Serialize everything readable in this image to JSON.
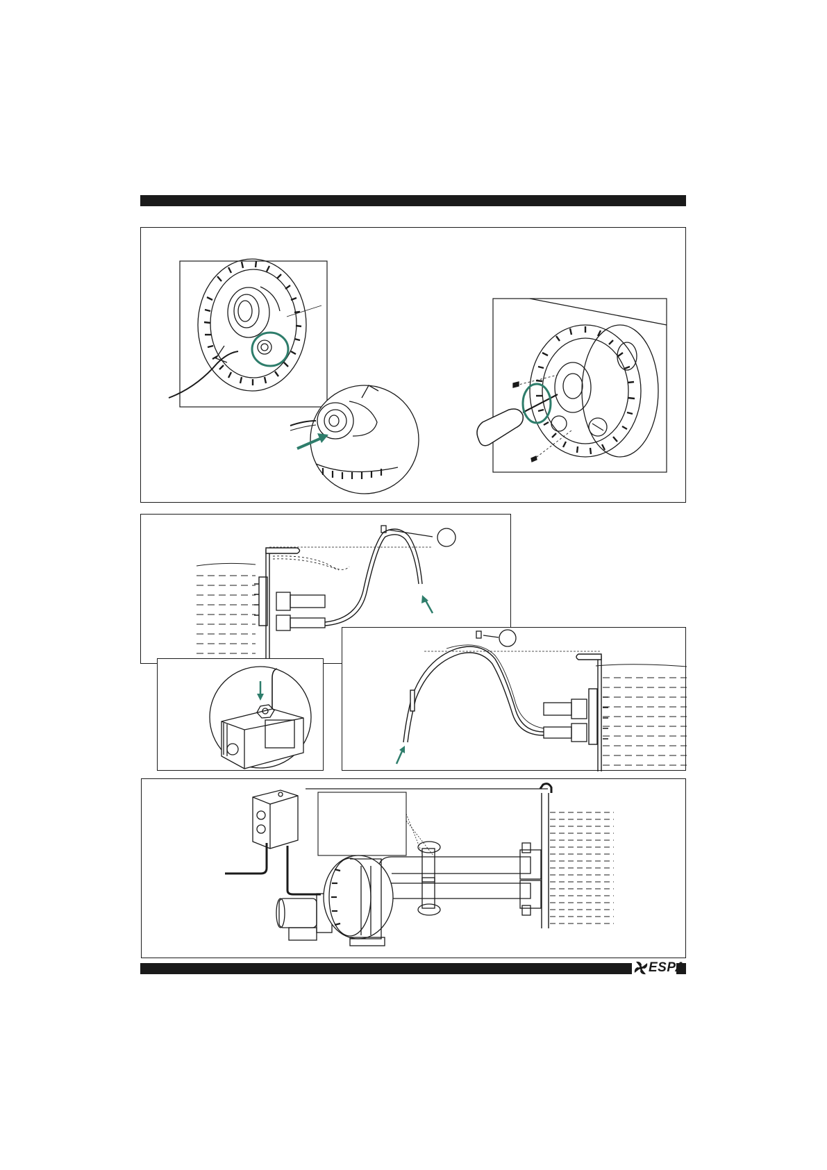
{
  "brand": {
    "name": "ESPA",
    "logo_icon": "espa-fan-logo-icon"
  },
  "colors": {
    "ink": "#1a1a1a",
    "accent": "#2e7d6b",
    "water": "#1a1a1a"
  },
  "figures": [
    {
      "id": "impeller-air-hose-detail",
      "icon": "pump-faceplate-icon"
    },
    {
      "id": "screwdriver-fixing",
      "icon": "screwdriver-icon"
    },
    {
      "id": "hose-routing-left",
      "icon": "hose-clip-icon"
    },
    {
      "id": "control-box-connection",
      "icon": "control-box-icon"
    },
    {
      "id": "hose-routing-right",
      "icon": "hose-clip-icon"
    },
    {
      "id": "pump-installation",
      "icon": "pump-motor-icon"
    }
  ]
}
